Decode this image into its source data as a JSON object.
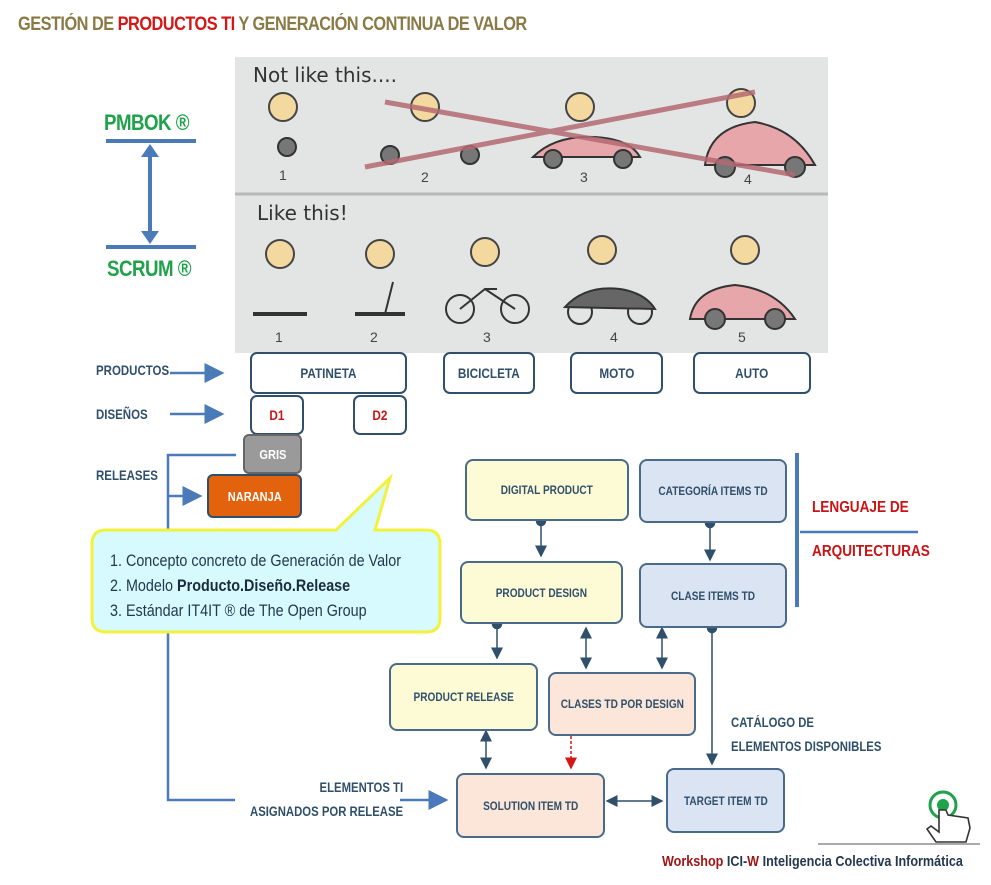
{
  "title": {
    "part1": "GESTIÓN DE ",
    "part2": "PRODUCTOS TI",
    "part3": " Y GENERACIÓN CONTINUA DE VALOR"
  },
  "methods": {
    "top": "PMBOK ®",
    "bottom": "SCRUM ®"
  },
  "picture": {
    "not_like": "Not like this....",
    "like": "Like this!",
    "top_numbers": [
      "1",
      "2",
      "3",
      "4"
    ],
    "bottom_numbers": [
      "1",
      "2",
      "3",
      "4",
      "5"
    ]
  },
  "rows": {
    "productos": "PRODUCTOS",
    "disenos": "DISEÑOS",
    "releases": "RELEASES"
  },
  "products": [
    "PATINETA",
    "BICICLETA",
    "MOTO",
    "AUTO"
  ],
  "designs": [
    "D1",
    "D2"
  ],
  "releases": [
    "GRIS",
    "NARANJA"
  ],
  "callout": {
    "item1": "1. Concepto concreto de Generación de Valor",
    "item2_prefix": "2. Modelo ",
    "item2_bold": "Producto.Diseño.Release",
    "item3": "3. Estándar IT4IT ® de The Open Group"
  },
  "nodes": {
    "digital_product": "DIGITAL PRODUCT",
    "categoria": "CATEGORÍA ITEMS TD",
    "product_design": "PRODUCT DESIGN",
    "clase_items": "CLASE ITEMS TD",
    "product_release": "PRODUCT RELEASE",
    "clases_por_design": "CLASES TD POR DESIGN",
    "solution_item": "SOLUTION ITEM TD",
    "target_item": "TARGET ITEM TD"
  },
  "lenguaje": {
    "line1": "LENGUAJE DE",
    "line2": "ARQUITECTURAS"
  },
  "catalogo": {
    "line1": "CATÁLOGO DE",
    "line2": "ELEMENTOS DISPONIBLES"
  },
  "elementos": {
    "line1": "ELEMENTOS TI",
    "line2": "ASIGNADOS POR RELEASE"
  },
  "footer": {
    "w1": "Workshop ",
    "w2": "ICI-",
    "w3": "W ",
    "w4": "Inteligencia ",
    "w5": "Colectiva ",
    "w6": "Informática"
  },
  "colors": {
    "accent_red": "#d41616",
    "green": "#1ea24a",
    "navy": "#2f4f6a",
    "orange": "#e2620e",
    "callout_bg": "#d6fafd",
    "callout_border": "#f2f23c"
  }
}
